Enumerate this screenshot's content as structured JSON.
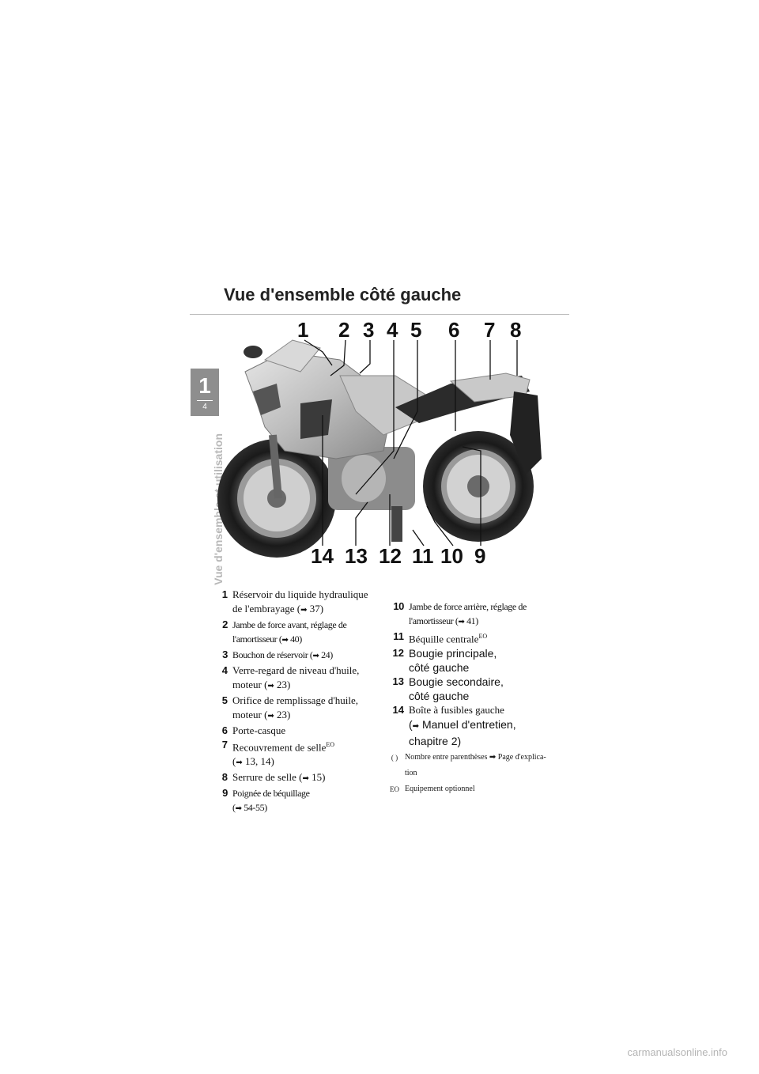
{
  "page": {
    "title": "Vue d'ensemble côté gauche"
  },
  "chapter": {
    "number": "1",
    "page": "4",
    "section": "Vue d'ensemble et utilisation"
  },
  "figure": {
    "callouts": {
      "c1": "1",
      "c2": "2",
      "c3": "3",
      "c4": "4",
      "c5": "5",
      "c6": "6",
      "c7": "7",
      "c8": "8",
      "c9": "9",
      "c10": "10",
      "c11": "11",
      "c12": "12",
      "c13": "13",
      "c14": "14"
    }
  },
  "legend_left": [
    {
      "num": "1",
      "line1": "Réservoir du liquide hydraulique",
      "line2_pre": "de l'embrayage (",
      "arrow": "➡",
      "line2_ref": " 37)"
    },
    {
      "num": "2",
      "line1": "Jambe de force avant, réglage de",
      "line2_pre": "l'amortisseur (",
      "arrow": "➡",
      "line2_ref": " 40)"
    },
    {
      "num": "3",
      "line1_pre": "Bouchon de réservoir (",
      "arrow": "➡",
      "line1_ref": " 24)"
    },
    {
      "num": "4",
      "line1": "Verre-regard de niveau d'huile,",
      "line2_pre": "moteur (",
      "arrow": "➡",
      "line2_ref": " 23)"
    },
    {
      "num": "5",
      "line1": "Orifice de remplissage d'huile,",
      "line2_pre": "moteur (",
      "arrow": "➡",
      "line2_ref": " 23)"
    },
    {
      "num": "6",
      "line1": "Porte-casque"
    },
    {
      "num": "7",
      "line1": "Recouvrement de selle",
      "sup": "EO",
      "line2_pre": "(",
      "arrow": "➡",
      "line2_ref": " 13, 14)"
    },
    {
      "num": "8",
      "line1_pre": "Serrure de selle (",
      "arrow": "➡",
      "line1_ref": " 15)"
    },
    {
      "num": "9",
      "line1": "Poignée de béquillage",
      "line2_pre": "(",
      "arrow": "➡",
      "line2_ref": " 54-55)"
    }
  ],
  "legend_right": [
    {
      "num": "10",
      "line1": "Jambe de force arrière, réglage de",
      "line2_pre": "l'amortisseur (",
      "arrow": "➡",
      "line2_ref": " 41)"
    },
    {
      "num": "11",
      "line1": "Béquille centrale",
      "sup": "EO"
    },
    {
      "num": "12",
      "line1": "Bougie principale,",
      "line2": "côté gauche"
    },
    {
      "num": "13",
      "line1": "Bougie secondaire,",
      "line2": "côté gauche"
    },
    {
      "num": "14",
      "line1": "Boîte à fusibles gauche",
      "line2_pre": "(",
      "arrow": "➡",
      "line2_ref": " Manuel d'entretien,",
      "line3": "chapitre 2)"
    }
  ],
  "notes": {
    "paren_symbol": "( )",
    "paren_text": "Nombre entre parenthèses",
    "arrow": "➡",
    "paren_text2": "Page d'explica-",
    "paren_text3": "tion",
    "eo_symbol": "EO",
    "eo_text": "Equipement optionnel"
  },
  "footer": {
    "watermark": "carmanualsonline.info"
  }
}
